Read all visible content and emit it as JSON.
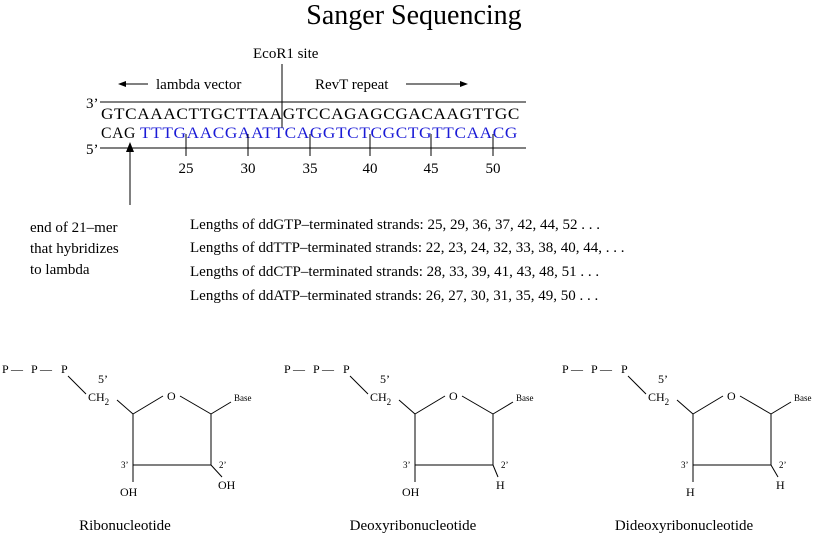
{
  "title": "Sanger Sequencing",
  "ecor1_label": "EcoR1 site",
  "lambda_vector_label": "lambda vector",
  "revt_repeat_label": "RevT repeat",
  "prime3": "3’",
  "prime5": "5’",
  "top_strand": "GTCAAACTTGCTTAAGTCCAGAGCGACAAGTTGC",
  "primer_prefix": "CAG",
  "new_strand": "TTTGAACGAATTCAGGTCTCGCTGTTCAACG",
  "ruler": [
    "25",
    "30",
    "35",
    "40",
    "45",
    "50"
  ],
  "primer_note": [
    "end of 21–mer",
    "that hybridizes",
    "to lambda"
  ],
  "lengths": [
    "Lengths of ddGTP–terminated strands: 25, 29, 36, 37, 42, 44, 52 . . .",
    "Lengths of ddTTP–terminated strands: 22, 23, 24, 32, 33, 38, 40, 44, . . .",
    "Lengths of ddCTP–terminated strands: 28, 33, 39, 41, 43, 48, 51 . . .",
    "Lengths of ddATP–terminated strands: 26, 27, 30, 31, 35, 49, 50 . . ."
  ],
  "nucleotides": [
    {
      "name": "Ribonucleotide",
      "bottom_left": "OH",
      "bottom_right": "OH"
    },
    {
      "name": "Deoxyribonucleotide",
      "bottom_left": "OH",
      "bottom_right": "H"
    },
    {
      "name": "Dideoxyribonucleotide",
      "bottom_left": "H",
      "bottom_right": "H"
    }
  ],
  "struct": {
    "p": "P",
    "p_bond": "—",
    "five_prime": "5’",
    "ch": "CH",
    "ch_sub": "2",
    "oxygen": "O",
    "base": "Base",
    "three": "3’",
    "two": "2’"
  }
}
